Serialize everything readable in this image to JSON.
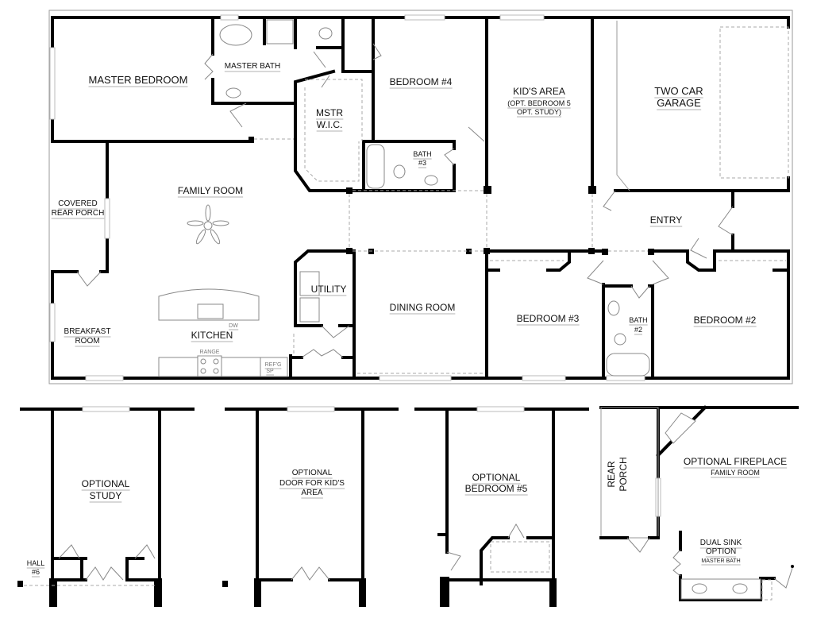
{
  "plan": {
    "main_floor": {
      "rooms": {
        "master_bedroom": [
          "MASTER BEDROOM"
        ],
        "master_bath": [
          "MASTER BATH"
        ],
        "master_wic": [
          "MSTR",
          "W.I.C."
        ],
        "bedroom4": [
          "BEDROOM #4"
        ],
        "bath3": [
          "BATH",
          "#3"
        ],
        "kids_area": [
          "KID'S AREA",
          "(OPT. BEDROOM 5",
          "OPT. STUDY)"
        ],
        "garage": [
          "TWO CAR",
          "GARAGE"
        ],
        "family_room": [
          "FAMILY ROOM"
        ],
        "covered_rear_porch": [
          "COVERED",
          "REAR PORCH"
        ],
        "entry": [
          "ENTRY"
        ],
        "utility": [
          "UTILITY"
        ],
        "dining_room": [
          "DINING ROOM"
        ],
        "bedroom3": [
          "BEDROOM #3"
        ],
        "bath2": [
          "BATH",
          "#2"
        ],
        "bedroom2": [
          "BEDROOM #2"
        ],
        "breakfast_room": [
          "BREAKFAST",
          "ROOM"
        ],
        "kitchen": [
          "KITCHEN"
        ]
      },
      "fixtures": {
        "dishwasher": "DW",
        "range": "RANGE",
        "refrigerator": [
          "REF'G",
          "SP"
        ]
      }
    },
    "options": {
      "optional_study": [
        "OPTIONAL",
        "STUDY"
      ],
      "hall6": [
        "HALL",
        "#6"
      ],
      "optional_door": [
        "OPTIONAL",
        "DOOR FOR KID'S",
        "AREA"
      ],
      "optional_bedroom5": [
        "OPTIONAL",
        "BEDROOM #5"
      ],
      "rear_porch": [
        "REAR",
        "PORCH"
      ],
      "optional_fireplace": [
        "OPTIONAL FIREPLACE",
        "FAMILY ROOM"
      ],
      "dual_sink": [
        "DUAL SINK",
        "OPTION",
        "MASTER BATH"
      ]
    }
  }
}
